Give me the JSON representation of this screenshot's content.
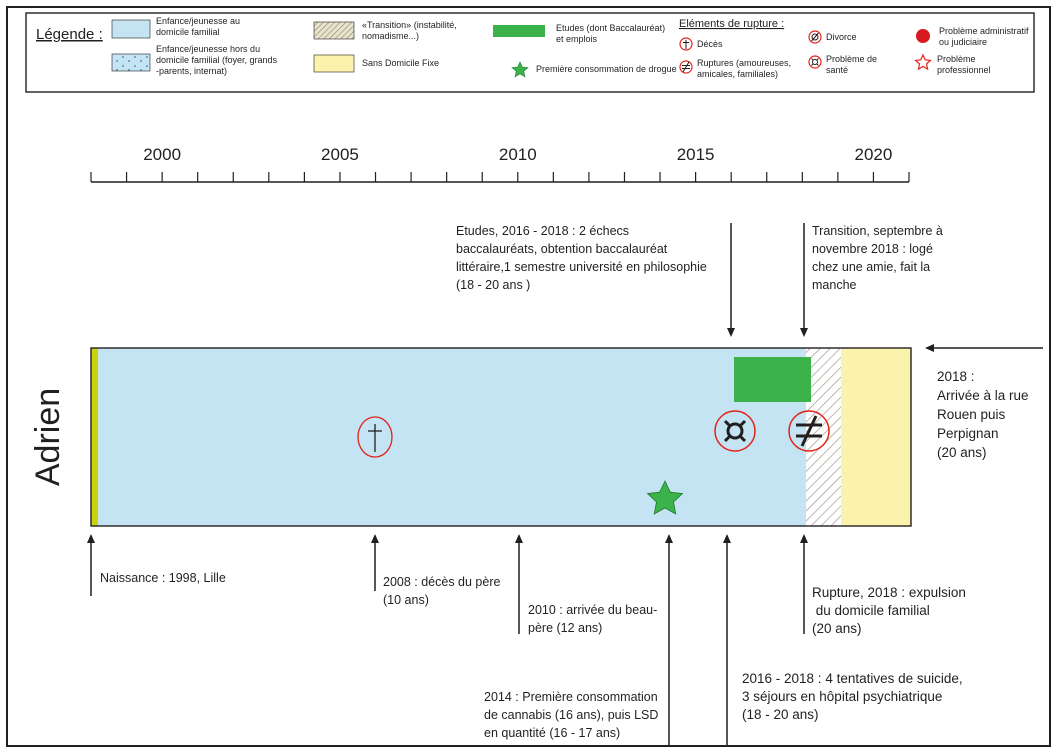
{
  "legend": {
    "title": "Légende :",
    "items": {
      "enfance_domicile": [
        "Enfance/jeunesse au",
        "domicile familial"
      ],
      "enfance_hors": [
        "Enfance/jeunesse hors du",
        "domicile familial (foyer, grands",
        "-parents, internat)"
      ],
      "transition": [
        "«Transition» (instabilité,",
        "nomadisme...)"
      ],
      "sdf": [
        "Sans Domicile Fixe"
      ],
      "etudes": [
        "Etudes (dont Baccalauréat)",
        "et emplois"
      ],
      "drogue": [
        "Première consommation de drogue"
      ],
      "rupture_title": "Eléments de rupture :",
      "deces": [
        "Décès"
      ],
      "ruptures": [
        "Ruptures (amoureuses,",
        "amicales, familiales)"
      ],
      "divorce": [
        "Divorce"
      ],
      "sante": [
        "Problème de",
        "santé"
      ],
      "admin": [
        "Problème administratif",
        "ou judiciaire"
      ],
      "pro": [
        "Problème",
        "professionnel"
      ]
    },
    "colors": {
      "domicile": "#c4e4f4",
      "sdf": "#fbf3ad",
      "etudes": "#3bb34a",
      "rupture_circle": "#e2231a",
      "hatch_bg": "#d9d3b0",
      "birth_bar": "#c9d40d"
    }
  },
  "timeline": {
    "start_year": 1998,
    "end_year": 2021,
    "labeled_years": [
      "2000",
      "2005",
      "2010",
      "2015",
      "2020"
    ]
  },
  "person": "Adrien",
  "periods": [
    {
      "kind": "domicile",
      "from": 1998,
      "to": 2018.75
    },
    {
      "kind": "transition",
      "from": 2018.75,
      "to": 2019.75
    },
    {
      "kind": "sdf",
      "from": 2019.75,
      "to": 2021
    },
    {
      "kind": "etudes",
      "from": 2016,
      "to": 2018.9
    }
  ],
  "events": {
    "naissance": "Naissance : 1998, Lille",
    "deces_pere": [
      "2008 : décès du père",
      "(10 ans)"
    ],
    "beau_pere": [
      "2010 : arrivée du beau-",
      "père (12 ans)"
    ],
    "cannabis": [
      "2014 : Première consommation",
      "de cannabis (16 ans), puis LSD",
      "en quantité (16 - 17 ans)"
    ],
    "suicide": [
      "2016 - 2018 : 4 tentatives de suicide,",
      "3 séjours en hôpital psychiatrique",
      "(18 - 20 ans)"
    ],
    "rupture": [
      "Rupture, 2018 : expulsion",
      " du domicile familial",
      "(20 ans)"
    ],
    "etudes": [
      "Etudes, 2016 - 2018 : 2 échecs",
      "baccalauréats, obtention baccalauréat",
      "littéraire,1 semestre université en philosophie",
      "(18 - 20 ans )"
    ],
    "transition": [
      "Transition, septembre à",
      "novembre 2018 : logé",
      "chez une amie, fait la",
      "manche"
    ],
    "rue": [
      "2018 :",
      "Arrivée à la rue",
      "Rouen puis",
      "Perpignan",
      "(20 ans)"
    ]
  }
}
